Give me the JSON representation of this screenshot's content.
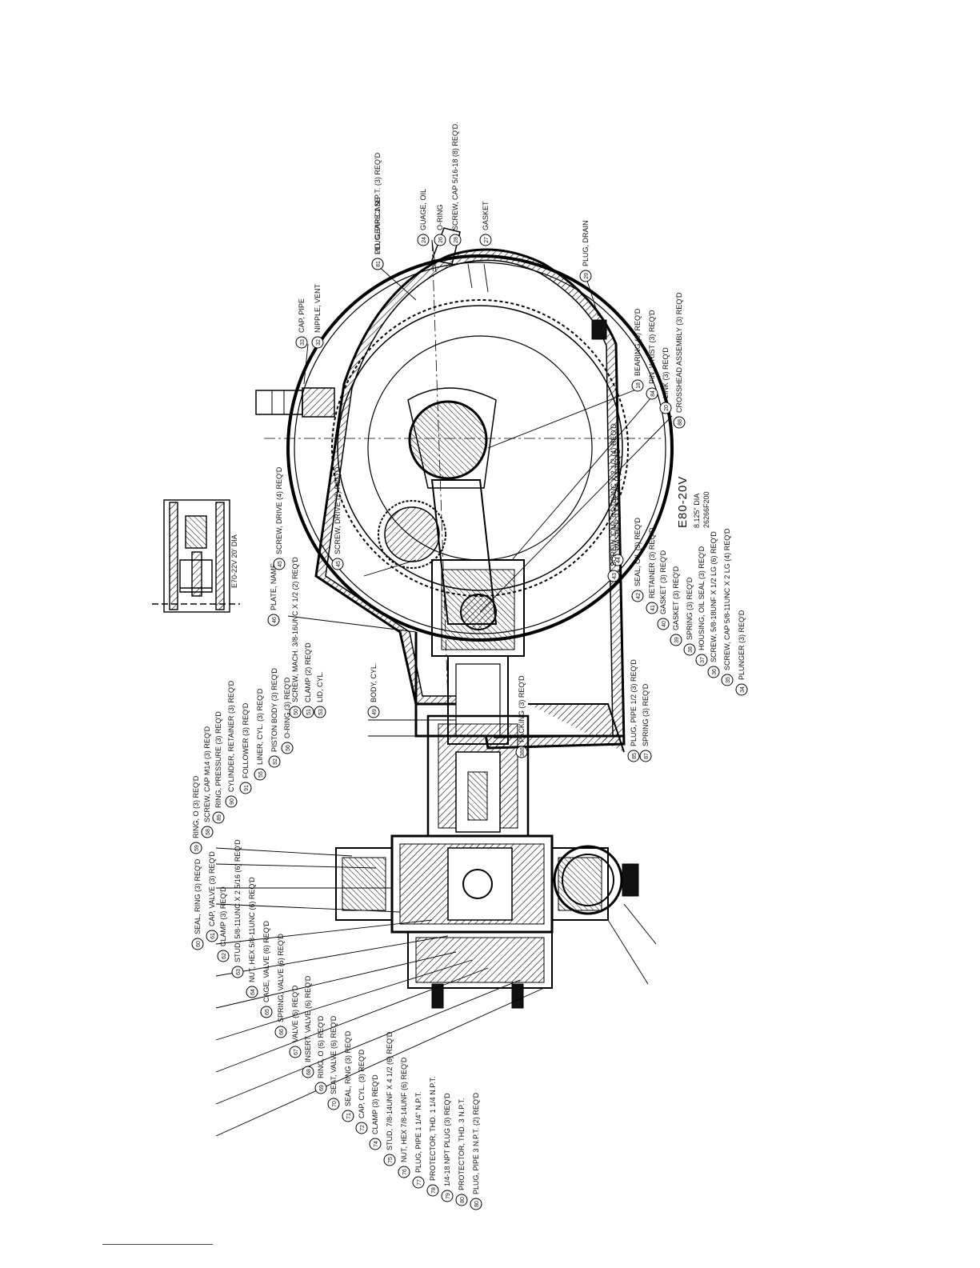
{
  "drawing": {
    "model_title": "E80-20V",
    "model_sub1": "8.125\" DIA",
    "model_sub2": "26266F200",
    "inset_caption": "E70-22V  20' DIA"
  },
  "callouts": [
    {
      "num": "31",
      "label": "LID, GEAR CASE"
    },
    {
      "num": "24",
      "label": "GUAGE, OIL"
    },
    {
      "num": "26",
      "label": "O-RING"
    },
    {
      "num": "28",
      "label": "SCREW, CAP 5/16-18 (8) REQ'D."
    },
    {
      "num": "27",
      "label": "GASKET"
    },
    {
      "num": "33",
      "label": "CAP, PIPE"
    },
    {
      "num": "32",
      "label": "NIPPLE, VENT"
    },
    {
      "num": "29",
      "label": "PLUG, DRAIN"
    },
    {
      "num": "46",
      "label": "PLATE, NAME"
    },
    {
      "num": "45",
      "label": "SCREW, DRIVE (4) REQ'D"
    },
    {
      "num": "45",
      "label": "SCREW, DRIVE (2) REQ'D"
    },
    {
      "num": "50",
      "label": "SCREW, MACH. 3/8-16UNC X 1/2 (2) REQ'D"
    },
    {
      "num": "51",
      "label": "CLAMP (2) REQ'D"
    },
    {
      "num": "53",
      "label": "LID, CYL."
    },
    {
      "num": "49",
      "label": "BODY, CYL."
    },
    {
      "num": "44",
      "label": "WASHER, LOCK 3/4 (4) REQ'D"
    },
    {
      "num": "43",
      "label": "SCREW, CAP 3/4-10UNC X 2 1/2 (4) REQ'D"
    },
    {
      "num": "42",
      "label": "SEAL, OIL (3) REQ'D"
    },
    {
      "num": "41",
      "label": "RETAINER (3) REQ'D"
    },
    {
      "num": "40",
      "label": "GASKET (3) REQ'D"
    },
    {
      "num": "39",
      "label": "GASKET (3) REQ'D"
    },
    {
      "num": "38",
      "label": "SPRING (3) REQ'D"
    },
    {
      "num": "37",
      "label": "HOUSING, OIL SEAL (3) REQ'D"
    },
    {
      "num": "36",
      "label": "SCREW, 5/8-18UNF X 1/2 LG (6) REQ'D"
    },
    {
      "num": "35",
      "label": "SCREW, CAP 5/8-11UNC X 2 LG (4) REQ'D"
    },
    {
      "num": "34",
      "label": "PLUNGER (3) REQ'D"
    },
    {
      "num": "18",
      "label": "BEARING (6) REQ'D"
    },
    {
      "num": "84",
      "label": "PIN, WRIST (3) REQ'D"
    },
    {
      "num": "20",
      "label": "LINK (3) REQ'D"
    },
    {
      "num": "88",
      "label": "CROSSHEAD ASSEMBLY (3) REQ'D"
    },
    {
      "num": "59",
      "label": "RING, O (3) REQ'D"
    },
    {
      "num": "58",
      "label": "SCREW, CAP M14 (3) REQ'D"
    },
    {
      "num": "89",
      "label": "RING, PRESSURE (3) REQ'D"
    },
    {
      "num": "90",
      "label": "CYLINDER, RETAINER (3) REQ'D"
    },
    {
      "num": "91",
      "label": "FOLLOWER (3) REQ'D"
    },
    {
      "num": "55",
      "label": "LINER, CYL. (3) REQ'D"
    },
    {
      "num": "92",
      "label": "PISTON BODY (3) REQ'D"
    },
    {
      "num": "56",
      "label": "O-RING (3) REQ'D"
    },
    {
      "num": "388",
      "label": "PACKING (3) REQ'D"
    },
    {
      "num": "85",
      "label": "PLUG, PIPE 1/2 (3) REQ'D"
    },
    {
      "num": "87",
      "label": "SPRING (3) REQ'D"
    },
    {
      "num": "60",
      "label": "SEAL, RING (3) REQ'D"
    },
    {
      "num": "61",
      "label": "CAP, VALVE (3) REQ'D"
    },
    {
      "num": "62",
      "label": "CLAMP (3) REQ'D"
    },
    {
      "num": "63",
      "label": "STUD, 5/8-11UNC X 2 5/16 (6) REQ'D"
    },
    {
      "num": "64",
      "label": "NUT, HEX 5/8-11UNC (6) REQ'D"
    },
    {
      "num": "65",
      "label": "CAGE, VALVE (6) REQ'D"
    },
    {
      "num": "66",
      "label": "SPRING, VALVE (6) REQ'D"
    },
    {
      "num": "67",
      "label": "VALVE (6) REQ'D"
    },
    {
      "num": "68",
      "label": "INSERT, VALVE (6) REQ'D"
    },
    {
      "num": "69",
      "label": "RING, O (6) REQ'D"
    },
    {
      "num": "70",
      "label": "SEAT, VALVE (6) REQ'D"
    },
    {
      "num": "71",
      "label": "SEAL, RING (3) REQ'D"
    },
    {
      "num": "72",
      "label": "CAP, CYL. (3) REQ'D"
    },
    {
      "num": "74",
      "label": "CLAMP (3) REQ'D"
    },
    {
      "num": "75",
      "label": "STUD, 7/8-14UNF X 4 1/2 (6) REQ'D"
    },
    {
      "num": "76",
      "label": "NUT, HEX 7/8-14UNF (6) REQ'D"
    },
    {
      "num": "77",
      "label": "PLUG, PIPE 1 1/4\" N.P.T."
    },
    {
      "num": "78",
      "label": "PROTECTOR, THD. 1 1/4 N.P.T."
    },
    {
      "num": "79",
      "label": "1/4-18 NPT PLUG (3) REQ'D"
    },
    {
      "num": "80",
      "label": "PROTECTOR, THD. 3 N.P.T."
    },
    {
      "num": "80",
      "label": "PLUG, PIPE 3 N.P.T. (2) REQ'D"
    },
    {
      "num": "81",
      "label": "PLUG, PIPE 1 N.P.T. (3) REQ'D"
    }
  ]
}
